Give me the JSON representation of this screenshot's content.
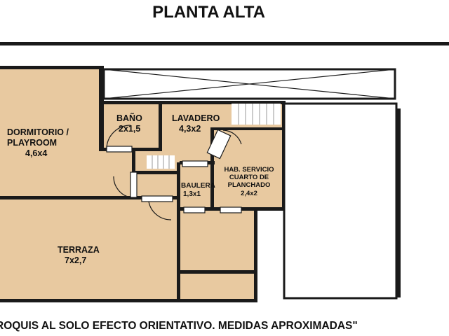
{
  "title": "PLANTA ALTA",
  "rooms": {
    "dormitorio": {
      "name": "DORMITORIO /",
      "name2": "PLAYROOM",
      "size": "4,6x4"
    },
    "bano": {
      "name": "BAÑO",
      "size": "2x1,5"
    },
    "lavadero": {
      "name": "LAVADERO",
      "size": "4,3x2"
    },
    "servicio": {
      "name": "HAB. SERVICIO",
      "name2": "CUARTO DE",
      "name3": "PLANCHADO",
      "size": "2,4x2"
    },
    "baulera": {
      "name": "BAULERA",
      "size": "1,3x1"
    },
    "terraza": {
      "name": "TERRAZA",
      "size": "7x2,7"
    }
  },
  "footer_note": "ROQUIS AL SOLO EFECTO ORIENTATIVO. MEDIDAS APROXIMADAS\"",
  "colors": {
    "floor": "#e8c9a0",
    "wall": "#1a1a1a",
    "background": "#ffffff"
  }
}
